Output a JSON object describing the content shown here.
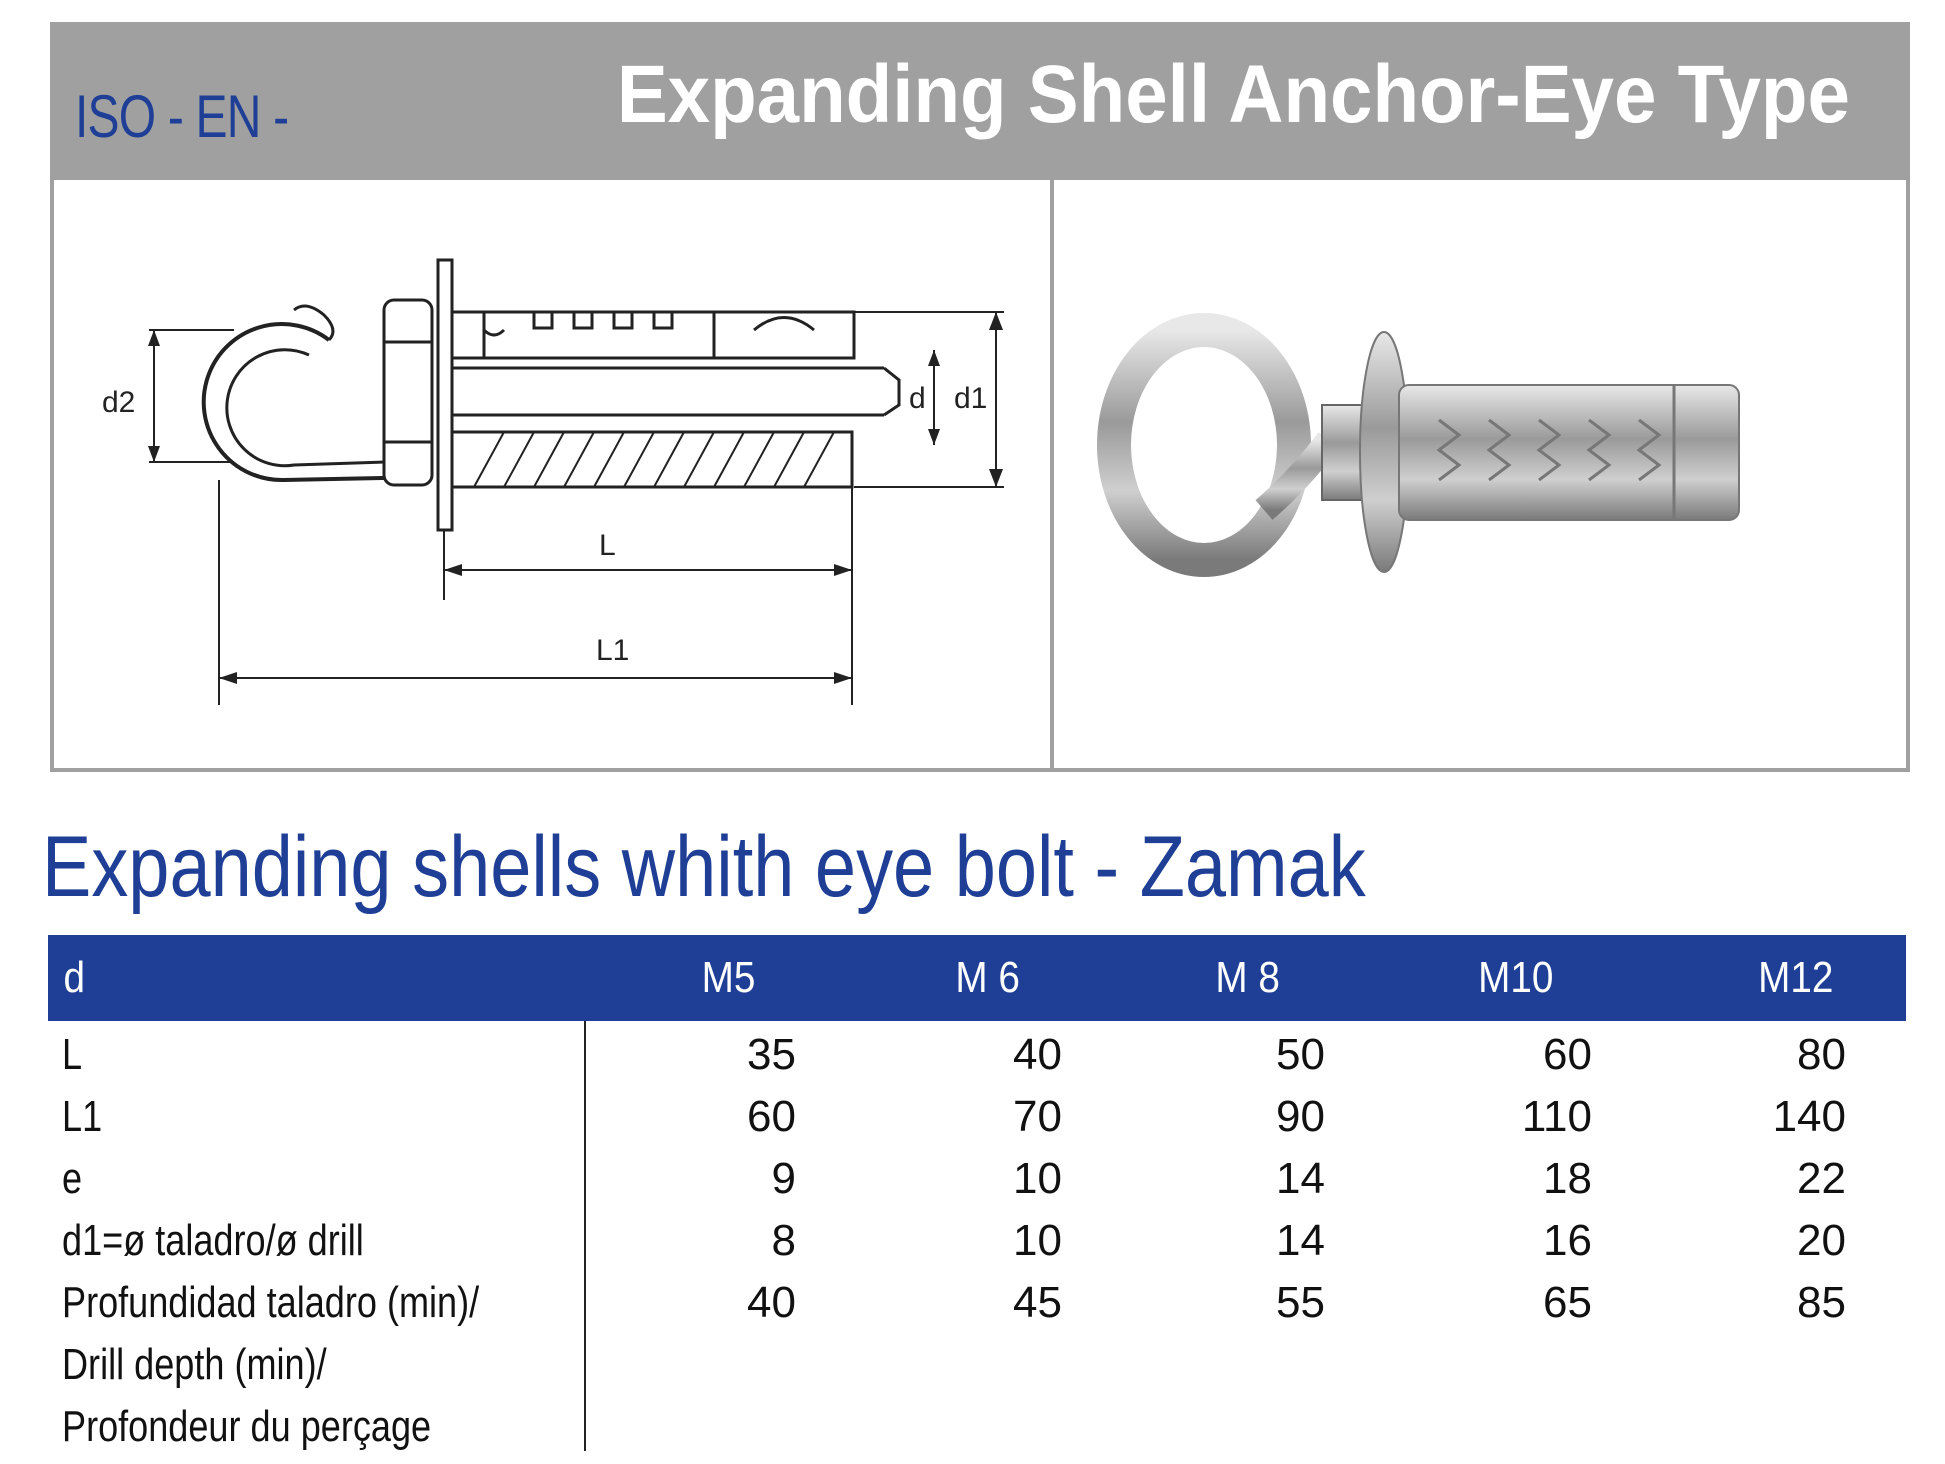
{
  "header": {
    "standard_label": "ISO - EN -",
    "title": "Expanding Shell Anchor-Eye Type"
  },
  "drawing": {
    "labels": {
      "d2": "d2",
      "d": "d",
      "d1": "d1",
      "L": "L",
      "L1": "L1"
    }
  },
  "section": {
    "title": "Expanding shells whith eye bolt - Zamak"
  },
  "table": {
    "header_label": "d",
    "sizes": [
      "M5",
      "M 6",
      "M 8",
      "M10",
      "M12"
    ],
    "rows": [
      {
        "label": "L",
        "values": [
          "35",
          "40",
          "50",
          "60",
          "80"
        ]
      },
      {
        "label": "L1",
        "values": [
          "60",
          "70",
          "90",
          "110",
          "140"
        ]
      },
      {
        "label": "e",
        "values": [
          "9",
          "10",
          "14",
          "18",
          "22"
        ]
      },
      {
        "label": "d1=ø taladro/ø drill",
        "values": [
          "8",
          "10",
          "14",
          "16",
          "20"
        ]
      },
      {
        "label": "Profundidad taladro (min)/",
        "values": [
          "40",
          "45",
          "55",
          "65",
          "85"
        ]
      },
      {
        "label": "Drill depth (min)/",
        "values": []
      },
      {
        "label": "Profondeur du perçage",
        "values": []
      }
    ]
  },
  "colors": {
    "brand_blue": "#1f3f97",
    "header_gray": "#a0a0a0"
  }
}
